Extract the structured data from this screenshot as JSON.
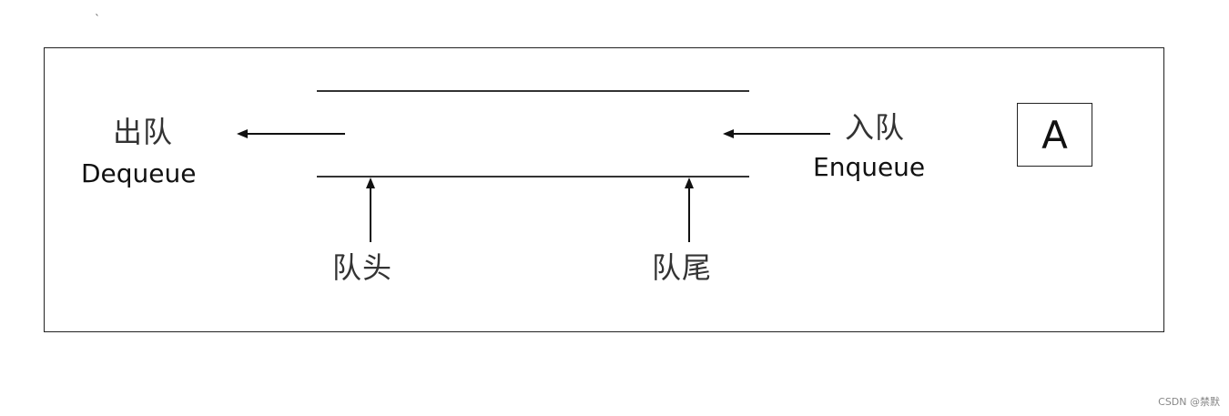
{
  "mark": "`",
  "diagram": {
    "dequeue_cn": "出队",
    "dequeue_en": "Dequeue",
    "enqueue_cn": "入队",
    "enqueue_en": "Enqueue",
    "head_label": "队头",
    "tail_label": "队尾",
    "box_label": "A"
  },
  "watermark": "CSDN @禁默"
}
